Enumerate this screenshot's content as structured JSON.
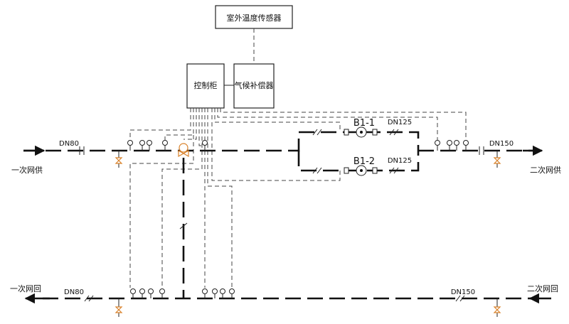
{
  "boxes": {
    "sensor": "室外温度传感器",
    "cabinet": "控制柜",
    "compensator": "气候补偿器"
  },
  "endpoints": {
    "primary_supply": "一次网供",
    "primary_return": "一次网回",
    "secondary_supply": "二次网供",
    "secondary_return": "二次网回"
  },
  "pipe_sizes": {
    "primary_supply": "DN80",
    "primary_return": "DN80",
    "pump_branch_1": "DN125",
    "pump_branch_2": "DN125",
    "secondary_supply": "DN150",
    "secondary_return": "DN150"
  },
  "pumps": [
    "B1-1",
    "B1-2"
  ],
  "icons": {
    "flow_arrow": "arrow-icon",
    "valve": "valve-icon",
    "pump": "pump-icon",
    "gauge": "pressure-gauge-icon",
    "thermometer": "thermometer-icon",
    "control_valve": "control-valve-icon",
    "filter": "filter-icon"
  },
  "colors": {
    "line": "#111111",
    "accent": "#d9822b"
  }
}
